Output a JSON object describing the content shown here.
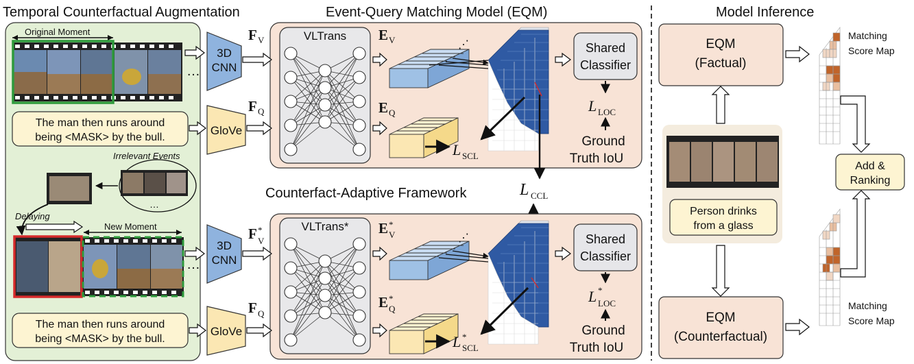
{
  "headings": {
    "left": "Temporal Counterfactual Augmentation",
    "middle": "Event-Query Matching Model (EQM)",
    "right": "Model Inference"
  },
  "left_panel": {
    "original_moment": "Original Moment",
    "query_top": [
      "The man then runs around",
      "being <MASK> by the bull."
    ],
    "irrelevant_events": "Irrelevant Events",
    "delaying": "Delaying",
    "new_moment": "New Moment",
    "query_bottom": [
      "The man then runs around",
      "being <MASK> by the bull."
    ],
    "ellipsis": "…"
  },
  "encoders": {
    "cnn": [
      "3D",
      "CNN"
    ],
    "glove": "GloVe"
  },
  "eqm_top": {
    "fv": "F",
    "fv_sub": "V",
    "fq": "F",
    "fq_sub": "Q",
    "vltrans": "VLTrans",
    "ev": "E",
    "ev_sub": "V",
    "eq": "E",
    "eq_sub": "Q",
    "classifier": [
      "Shared",
      "Classifier"
    ],
    "loss_loc": "L",
    "loss_loc_sub": "LOC",
    "loss_scl": "L",
    "loss_scl_sub": "SCL",
    "ground_truth": [
      "Ground",
      "Truth IoU"
    ]
  },
  "framework_label": "Counterfact-Adaptive Framework",
  "loss_ccl": "L",
  "loss_ccl_sub": "CCL",
  "eqm_bottom": {
    "fv": "F",
    "fv_sub": "V",
    "fv_sup": "*",
    "fq": "F",
    "fq_sub": "Q",
    "vltrans": "VLTrans*",
    "ev": "E",
    "ev_sub": "V",
    "ev_sup": "*",
    "eq": "E",
    "eq_sub": "Q",
    "eq_sup": "*",
    "classifier": [
      "Shared",
      "Classifier"
    ],
    "loss_loc": "L",
    "loss_loc_sub": "LOC",
    "loss_loc_sup": "*",
    "loss_scl": "L",
    "loss_scl_sub": "SCL",
    "loss_scl_sup": "*",
    "ground_truth": [
      "Ground",
      "Truth IoU"
    ]
  },
  "inference": {
    "eqm_factual": [
      "EQM",
      "(Factual)"
    ],
    "eqm_counterfactual": [
      "EQM",
      "(Counterfactual)"
    ],
    "query": [
      "Person drinks",
      "from a glass"
    ],
    "add_ranking": [
      "Add &",
      "Ranking"
    ],
    "score_map_top": [
      "Matching",
      "Score Map"
    ],
    "score_map_bottom": [
      "Matching",
      "Score Map"
    ]
  },
  "colors": {
    "left_bg": "#e3f0d6",
    "eqm_bg": "#f8e3d6",
    "cnn": "#8fb3de",
    "glove": "#fbe7b3",
    "query_box": "#fdf4d2",
    "vl_box": "#e8e8ea",
    "classifier": "#e6e6e9",
    "ev_bar": "#9fc1e5",
    "eq_bar": "#fbe7b3",
    "matrix": "#2f5aa3",
    "score": "#c0642a",
    "green_frame": "#2e9a3c",
    "red_frame": "#d62b2b"
  }
}
